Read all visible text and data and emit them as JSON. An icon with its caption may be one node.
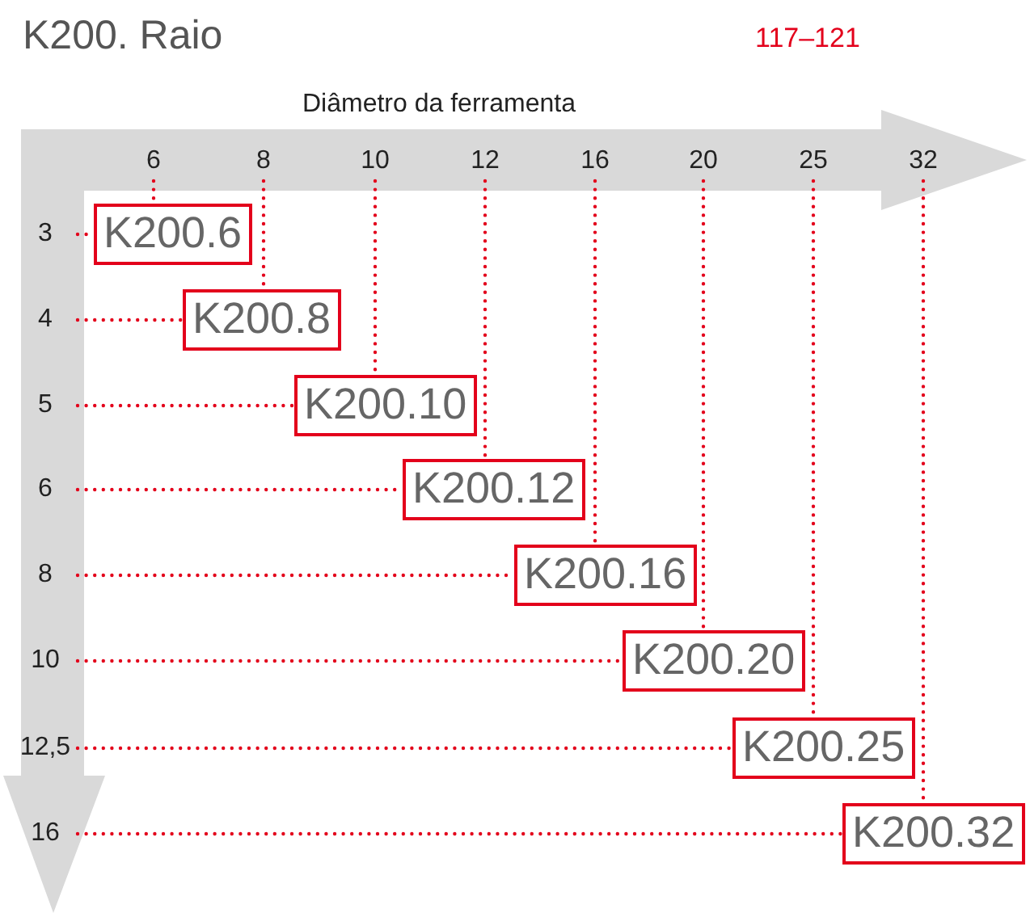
{
  "diagram": {
    "title": "K200. Raio",
    "nodes": [
      {
        "text": [
          "6"
        ]
      },
      {
        "text": [
          "8"
        ]
      },
      {
        "text": [
          "10"
        ]
      },
      {
        "text": [
          "12"
        ]
      },
      {
        "text": [
          "16"
        ]
      },
      {
        "text": [
          "20"
        ]
      },
      {
        "text": [
          "25"
        ]
      },
      {
        "text": [
          "32"
        ]
      },
      {
        "text": [
          "3"
        ]
      },
      {
        "text": [
          "4"
        ]
      },
      {
        "text": [
          "5"
        ]
      },
      {
        "text": [
          "6"
        ]
      },
      {
        "text": [
          "8"
        ]
      },
      {
        "text": [
          "10"
        ]
      },
      {
        "text": [
          "12,5"
        ]
      },
      {
        "text": [
          "16"
        ]
      },
      {
        "text": [
          "K200.6"
        ]
      },
      {
        "text": [
          "K200.8"
        ]
      },
      {
        "text": [
          "K200.10"
        ]
      },
      {
        "text": [
          "K200.12"
        ]
      },
      {
        "text": [
          "K200.16"
        ]
      },
      {
        "text": [
          "K200.20"
        ]
      },
      {
        "text": [
          "K200.25"
        ]
      },
      {
        "text": [
          "K200.32"
        ]
      }
    ],
    "edges": [
      {
        "from": 0,
        "to": 16,
        "arrow": "none"
      },
      {
        "from": 8,
        "to": 16,
        "arrow": "none"
      },
      {
        "from": 1,
        "to": 17,
        "arrow": "none"
      },
      {
        "from": 9,
        "to": 17,
        "arrow": "none"
      },
      {
        "from": 2,
        "to": 18,
        "arrow": "none"
      },
      {
        "from": 10,
        "to": 18,
        "arrow": "none"
      },
      {
        "from": 3,
        "to": 19,
        "arrow": "none"
      },
      {
        "from": 11,
        "to": 19,
        "arrow": "none"
      },
      {
        "from": 4,
        "to": 20,
        "arrow": "none"
      },
      {
        "from": 12,
        "to": 20,
        "arrow": "none"
      },
      {
        "from": 5,
        "to": 21,
        "arrow": "none"
      },
      {
        "from": 13,
        "to": 21,
        "arrow": "none"
      },
      {
        "from": 6,
        "to": 22,
        "arrow": "none"
      },
      {
        "from": 14,
        "to": 22,
        "arrow": "none"
      },
      {
        "from": 7,
        "to": 23,
        "arrow": "none"
      },
      {
        "from": 15,
        "to": 23,
        "arrow": "none"
      }
    ],
    "labels": [
      "117–121",
      "Diâmetro da ferramenta"
    ]
  }
}
